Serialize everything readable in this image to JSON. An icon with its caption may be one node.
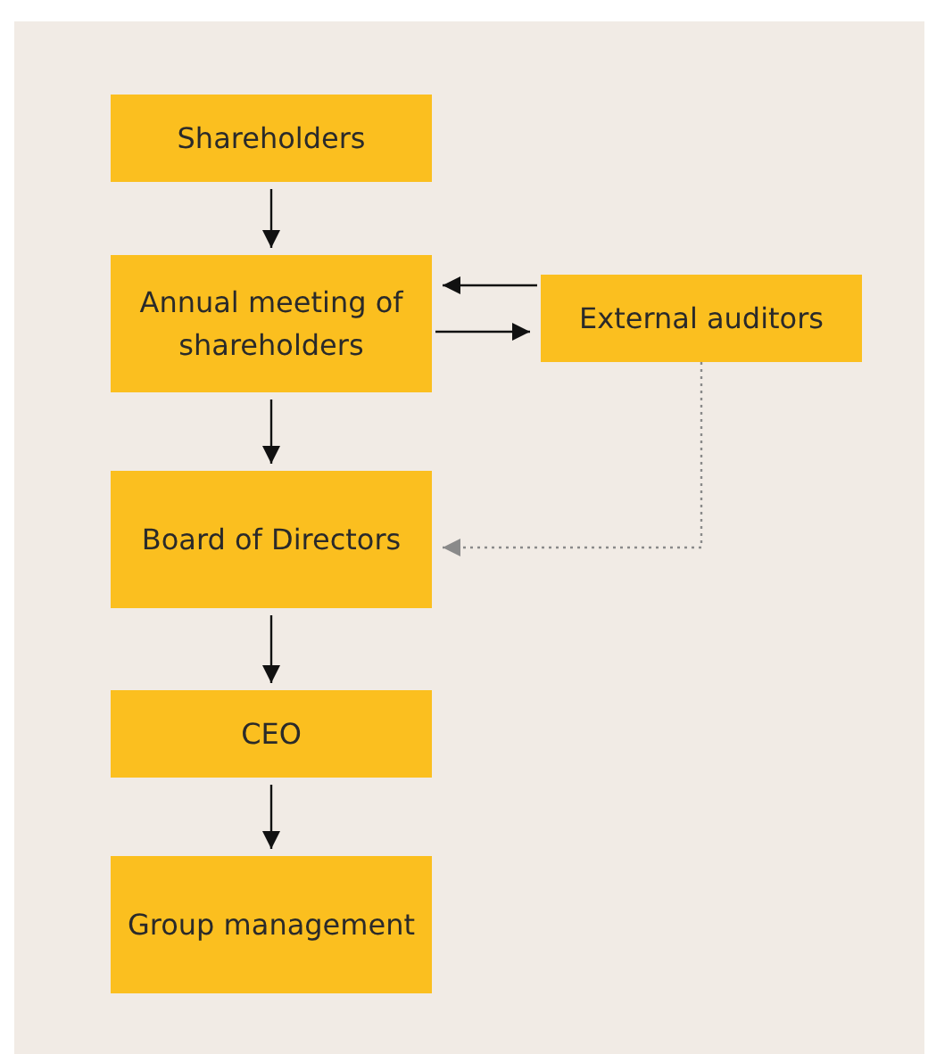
{
  "diagram": {
    "nodes": [
      {
        "text": [
          "Shareholders"
        ]
      },
      {
        "text": [
          "Annual meeting of shareholders"
        ]
      },
      {
        "text": [
          "External auditors"
        ]
      },
      {
        "text": [
          "Board of Directors"
        ]
      },
      {
        "text": [
          "CEO"
        ]
      },
      {
        "text": [
          "Group management"
        ]
      }
    ],
    "edges": [
      {
        "from": 0,
        "to": 1,
        "arrow": "to"
      },
      {
        "from": 2,
        "to": 1,
        "arrow": "to"
      },
      {
        "from": 1,
        "to": 2,
        "arrow": "to"
      },
      {
        "from": 1,
        "to": 3,
        "arrow": "to"
      },
      {
        "from": 2,
        "to": 3,
        "arrow": "to",
        "style": "dashed",
        "color": "#8a8a8a"
      },
      {
        "from": 3,
        "to": 4,
        "arrow": "to"
      },
      {
        "from": 4,
        "to": 5,
        "arrow": "to"
      }
    ]
  }
}
